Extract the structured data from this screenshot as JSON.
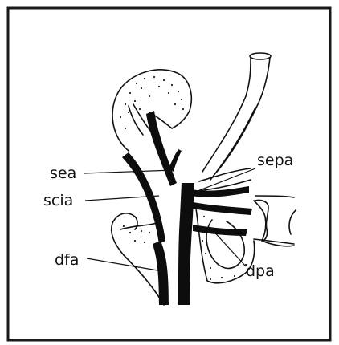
{
  "figure": {
    "labels": {
      "sea": "sea",
      "scia": "scia",
      "dfa": "dfa",
      "sepa": "sepa",
      "dpa": "dpa"
    },
    "colors": {
      "background": "#ffffff",
      "frame": "#1a1a1a",
      "ink": "#111111",
      "vessel": "#0d0d0d"
    }
  }
}
